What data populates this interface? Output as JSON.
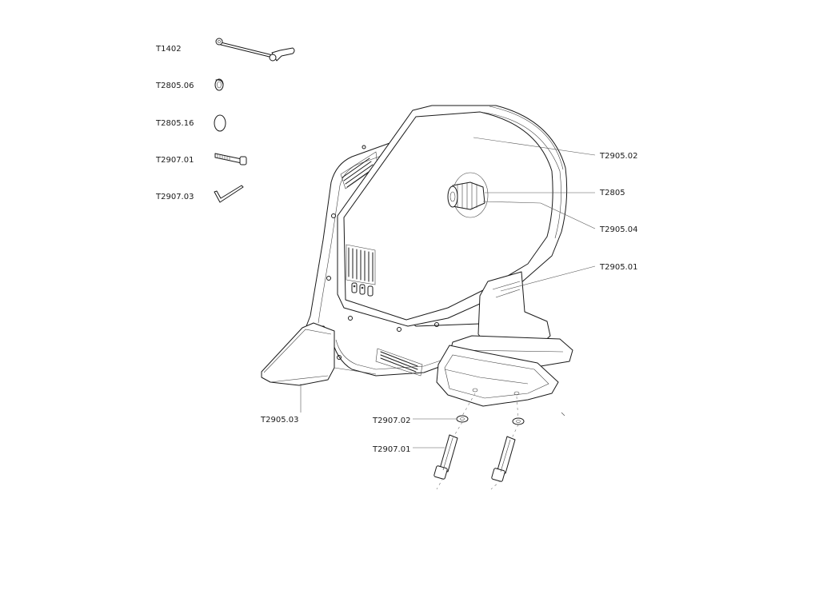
{
  "labels": {
    "t1402": "T1402",
    "t2805_06": "T2805.06",
    "t2805_16": "T2805.16",
    "t2907_01_top": "T2907.01",
    "t2907_03": "T2907.03",
    "t2905_02": "T2905.02",
    "t2805": "T2805",
    "t2905_04": "T2905.04",
    "t2905_01": "T2905.01",
    "t2905_03": "T2905.03",
    "t2907_02": "T2907.02",
    "t2907_01_bottom": "T2907.01"
  },
  "icons": {
    "thru_axle": "thru-axle-icon",
    "spacer": "spacer-ring-icon",
    "o_ring": "o-ring-icon",
    "bolt": "bolt-icon",
    "hex_key": "hex-key-icon"
  },
  "colors": {
    "line": "#1a1a1a",
    "background": "#ffffff"
  }
}
